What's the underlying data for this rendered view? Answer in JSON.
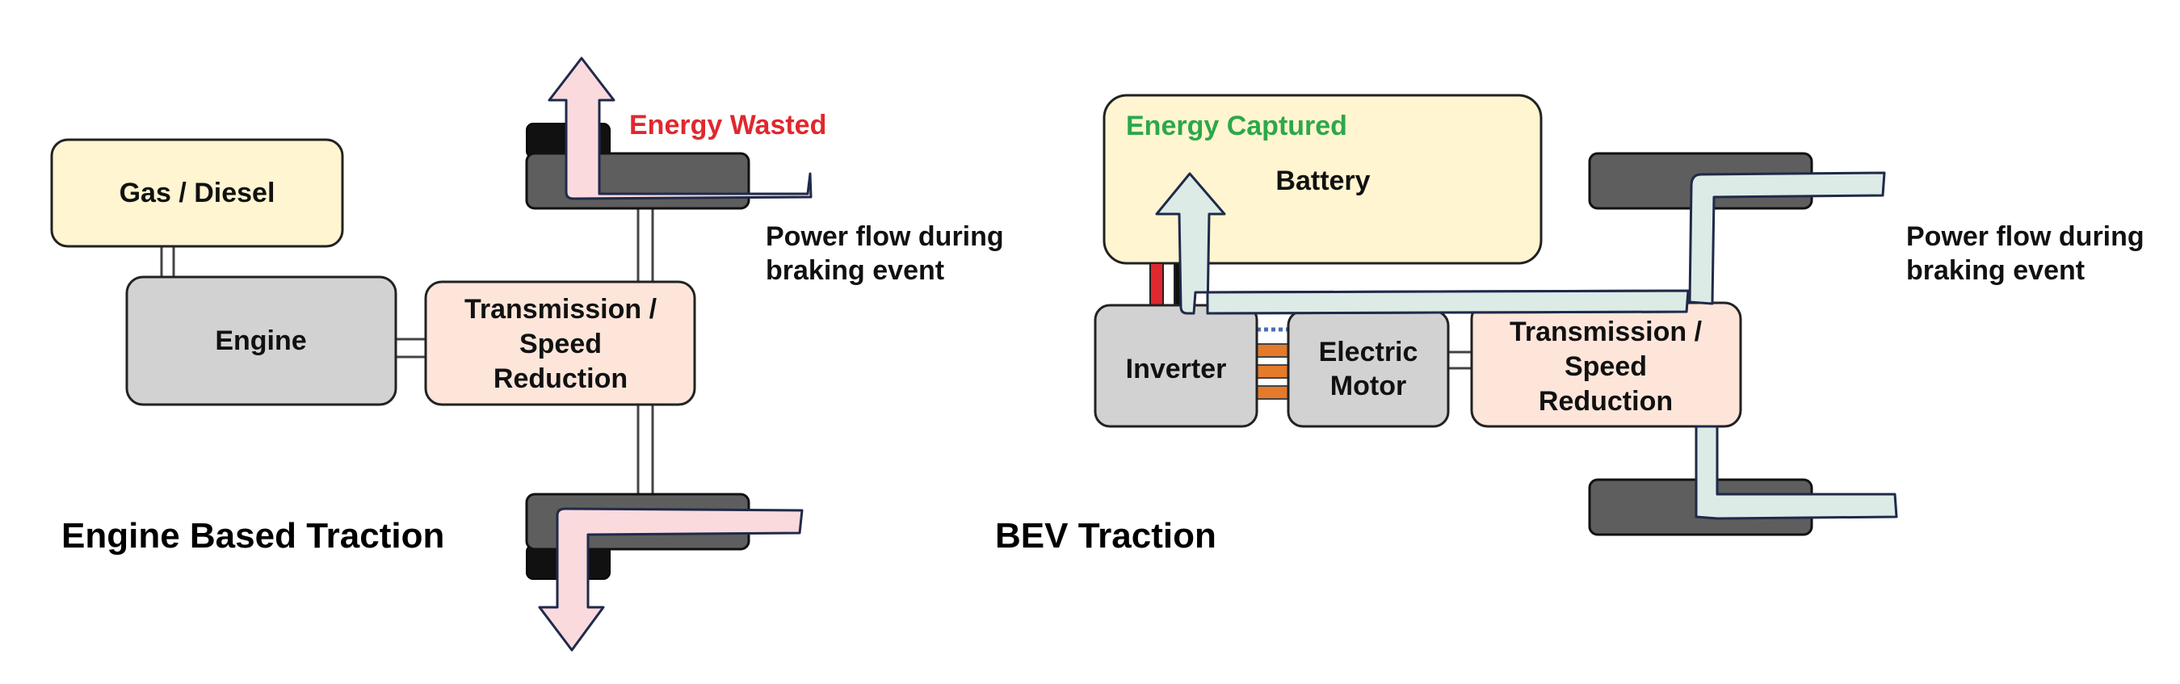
{
  "engine_diagram": {
    "title": "Engine Based Traction",
    "fuel_label": "Gas / Diesel",
    "engine_label": "Engine",
    "transmission_label": [
      "Transmission /",
      "Speed",
      "Reduction"
    ],
    "energy_note": "Energy Wasted",
    "flow_caption": [
      "Power flow during",
      "braking event"
    ]
  },
  "bev_diagram": {
    "title": "BEV Traction",
    "battery_label": "Battery",
    "energy_note": "Energy Captured",
    "inverter_label": "Inverter",
    "motor_label": [
      "Electric",
      "Motor"
    ],
    "transmission_label": [
      "Transmission /",
      "Speed",
      "Reduction"
    ],
    "flow_caption": [
      "Power flow during",
      "braking event"
    ]
  },
  "colors": {
    "fuel_fill": "#FFF5D0",
    "engine_fill": "#D2D2D2",
    "transmission_fill": "#FDE5DA",
    "wheel_fill": "#5E5E5E",
    "brake_fill": "#111111",
    "wasted_flow": "#FADADD",
    "captured_flow": "#DCEBE6",
    "wasted_text": "#E0282E",
    "captured_text": "#2CA84A",
    "outline": "#1F2A4A"
  }
}
